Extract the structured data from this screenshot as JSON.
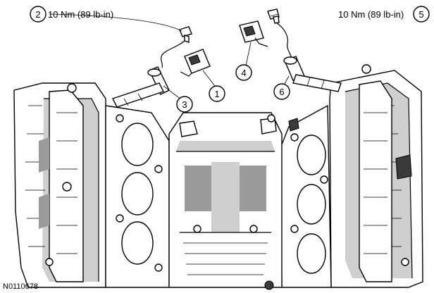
{
  "figure_id": "N0110678",
  "callouts": [
    {
      "num": "1"
    },
    {
      "num": "2",
      "torque": "10 Nm (89 lb-in)"
    },
    {
      "num": "3"
    },
    {
      "num": "4"
    },
    {
      "num": "5",
      "torque": "10 Nm (89 lb-in)"
    },
    {
      "num": "6"
    }
  ]
}
